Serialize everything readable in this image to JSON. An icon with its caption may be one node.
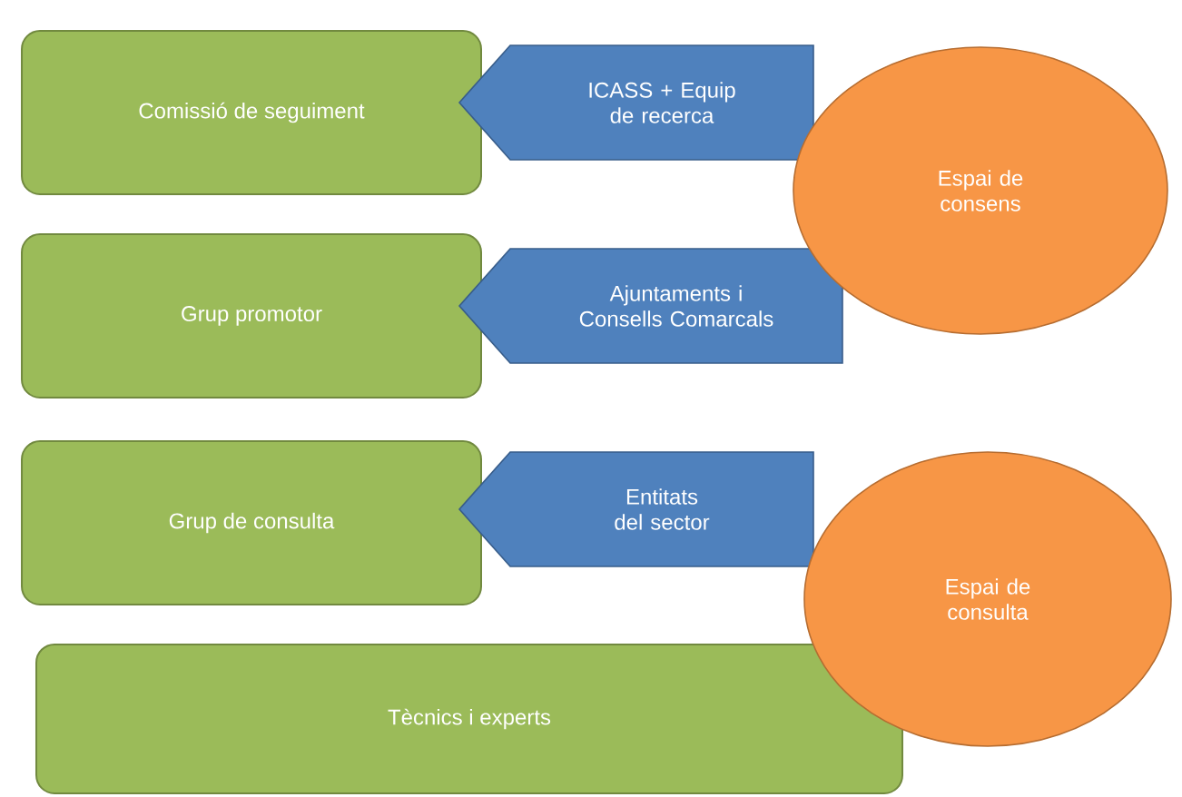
{
  "diagram": {
    "nodes": [
      {
        "text": [
          "Comissió de seguiment"
        ]
      },
      {
        "text": [
          "Grup promotor"
        ]
      },
      {
        "text": [
          "Grup de consulta"
        ]
      },
      {
        "text": [
          "Tècnics i experts"
        ]
      },
      {
        "text": [
          "ICASS + Equip de recerca"
        ]
      },
      {
        "text": [
          "Ajuntaments i Consells Comarcals"
        ]
      },
      {
        "text": [
          "Entitats del sector"
        ]
      },
      {
        "text": [
          "Espai de consens"
        ]
      },
      {
        "text": [
          "Espai de consulta"
        ]
      }
    ]
  }
}
